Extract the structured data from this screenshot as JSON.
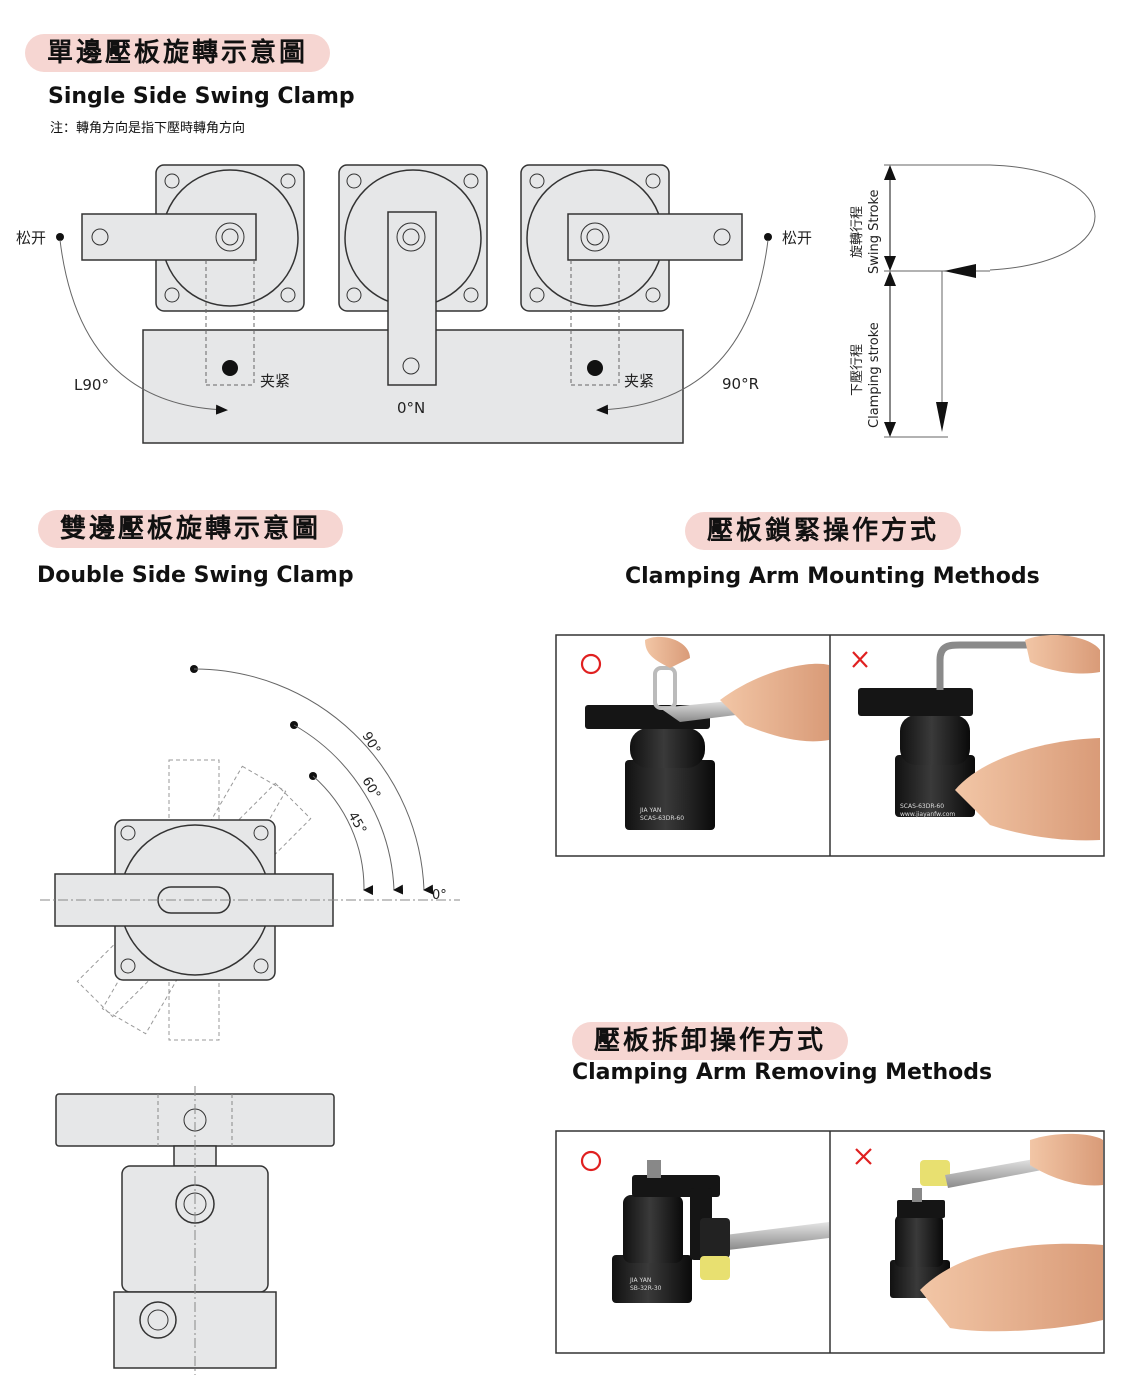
{
  "single": {
    "title_zh": "單邊壓板旋轉示意圖",
    "title_en": "Single Side Swing Clamp",
    "note": "注：轉角方向是指下壓時轉角方向",
    "loosen_left": "松开",
    "loosen_right": "松开",
    "clamp_left": "夹紧",
    "clamp_right": "夹紧",
    "angle_left": "L90°",
    "angle_center": "0°N",
    "angle_right": "90°R",
    "swing_zh": "旋轉行程",
    "swing_en": "Swing Stroke",
    "clamping_zh": "下壓行程",
    "clamping_en": "Clamping stroke"
  },
  "double": {
    "title_zh": "雙邊壓板旋轉示意圖",
    "title_en": "Double Side Swing Clamp",
    "angle_90": "90°",
    "angle_60": "60°",
    "angle_45": "45°",
    "angle_0": "0°"
  },
  "mounting": {
    "title_zh": "壓板鎖緊操作方式",
    "title_en": "Clamping Arm Mounting Methods",
    "correct_mark": "○",
    "wrong_mark": "×",
    "product_label_brand": "JIA YAN",
    "product_label_model": "SCAS-63DR-60",
    "product_label_url": "www.jiayanfw.com"
  },
  "removing": {
    "title_zh": "壓板拆卸操作方式",
    "title_en": "Clamping Arm Removing Methods",
    "correct_mark": "○",
    "wrong_mark": "×",
    "product_label_brand": "JIA YAN",
    "product_label_model": "SB-32R-30"
  },
  "colors": {
    "pill_bg": "#f6d6d2",
    "part_fill": "#e6e7e8",
    "line": "#333333",
    "mark_red": "#e02020"
  }
}
